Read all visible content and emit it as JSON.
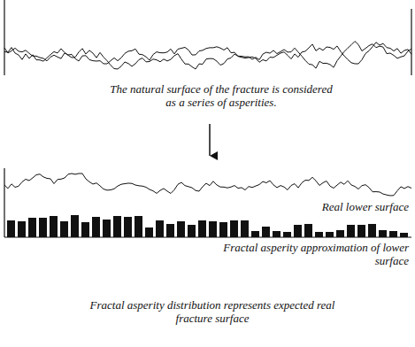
{
  "diagram": {
    "labels": [
      "The natural surface of the fracture is considered as a series of asperities.",
      "Real lower surface",
      "Fractal asperity approximation of lower surface",
      "Fractal asperity distribution represents expected real fracture surface"
    ]
  }
}
